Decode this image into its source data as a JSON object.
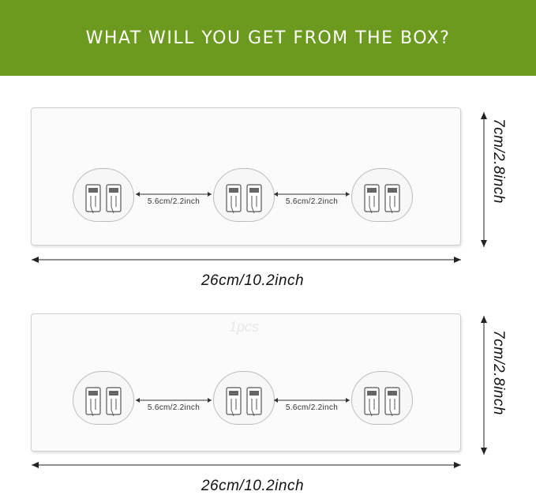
{
  "banner": {
    "title": "WHAT WILL YOU GET FROM THE BOX?",
    "color": "#6b9a1e"
  },
  "strips": [
    {
      "spacing_1": "5.6cm/2.2inch",
      "spacing_2": "5.6cm/2.2inch",
      "watermark": ""
    },
    {
      "spacing_1": "5.6cm/2.2inch",
      "spacing_2": "5.6cm/2.2inch",
      "watermark": "1pcs"
    }
  ],
  "dimensions": {
    "width_1": "26cm/10.2inch",
    "height_1": "7cm/2.8inch",
    "width_2": "26cm/10.2inch",
    "height_2": "7cm/2.8inch"
  }
}
